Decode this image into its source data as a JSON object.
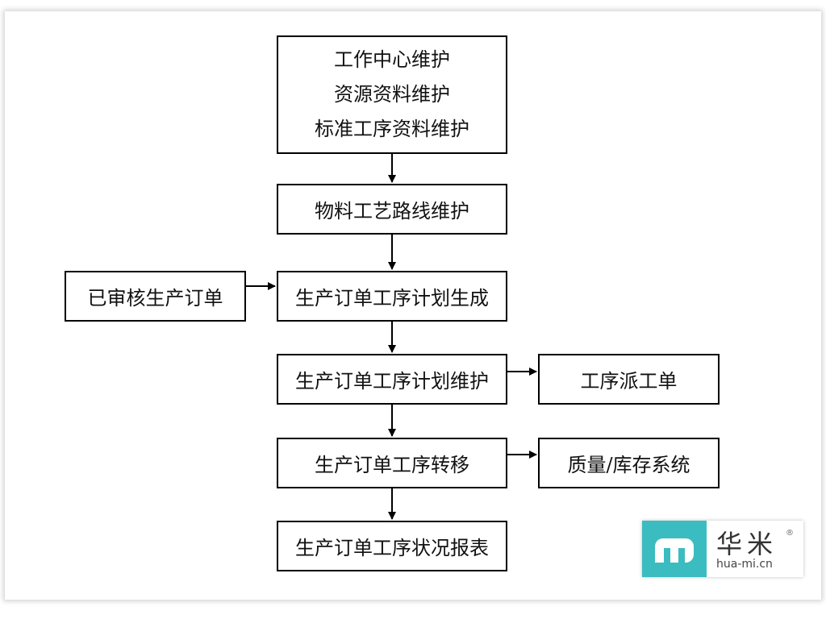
{
  "nodes": {
    "maintenance": {
      "lines": [
        "工作中心维护",
        "资源资料维护",
        "标准工序资料维护"
      ]
    },
    "routing": "物料工艺路线维护",
    "approved_order": "已审核生产订单",
    "plan_generate": "生产订单工序计划生成",
    "plan_maintain": "生产订单工序计划维护",
    "dispatch": "工序派工单",
    "transfer": "生产订单工序转移",
    "quality_stock": "质量/库存系统",
    "status_report": "生产订单工序状况报表"
  },
  "logo": {
    "cn": "华米",
    "en": "hua-mi.cn",
    "reg": "®",
    "accent": "#3bbcc0"
  }
}
